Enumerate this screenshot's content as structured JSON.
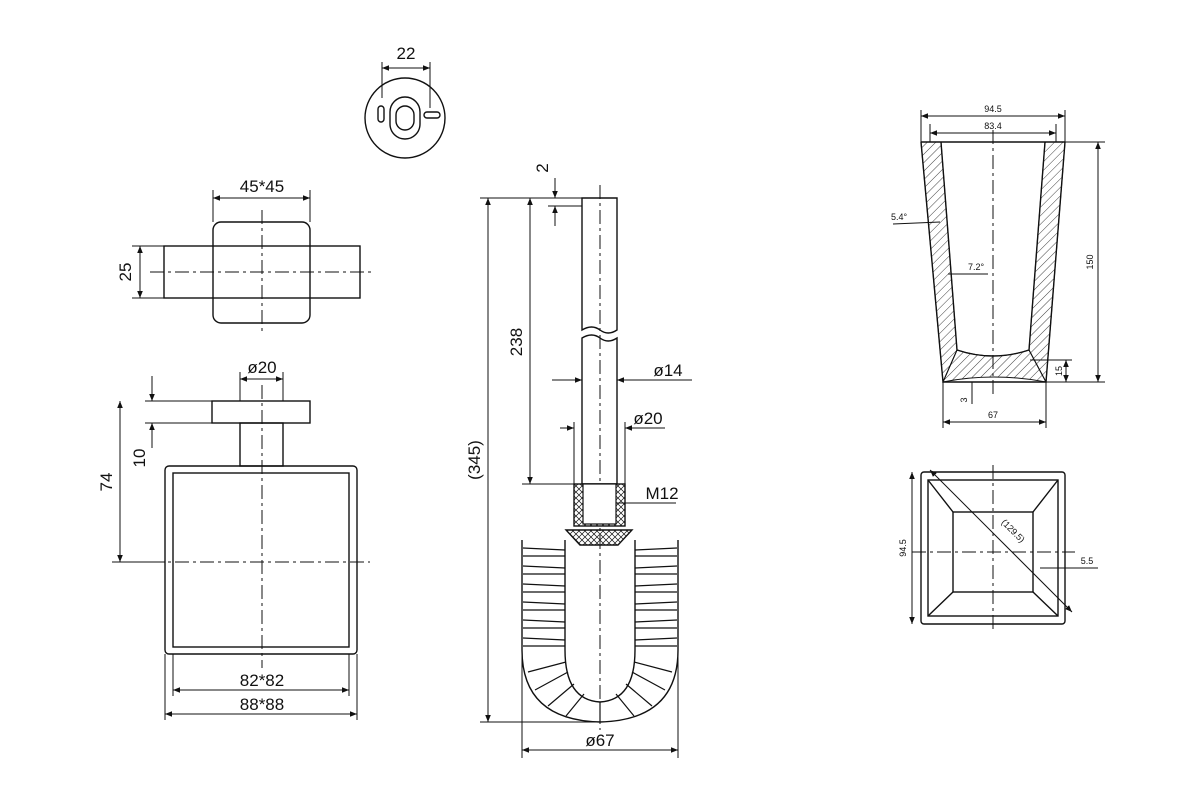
{
  "mount_view": {
    "width_label": "22"
  },
  "bracket_top": {
    "size_label": "45*45",
    "height_label": "25"
  },
  "holder_front": {
    "pin_label": "ø20",
    "depth_label": "10",
    "height_label": "74",
    "inner_label": "82*82",
    "outer_label": "88*88"
  },
  "brush": {
    "gap_label": "2",
    "rod_length_label": "238",
    "total_length_label": "(345)",
    "rod_dia_label": "ø14",
    "collar_dia_label": "ø20",
    "thread_label": "M12",
    "head_dia_label": "ø67"
  },
  "cup_section": {
    "top_outer_label": "94.5",
    "top_inner_label": "83.4",
    "wall_label": "5.4°",
    "angle_label": "7.2°",
    "height_label": "150",
    "base_label": "15",
    "foot_label": "3",
    "bottom_label": "67"
  },
  "cup_top": {
    "side_label": "94.5",
    "diag_label": "(129.5)",
    "rim_label": "5.5"
  }
}
